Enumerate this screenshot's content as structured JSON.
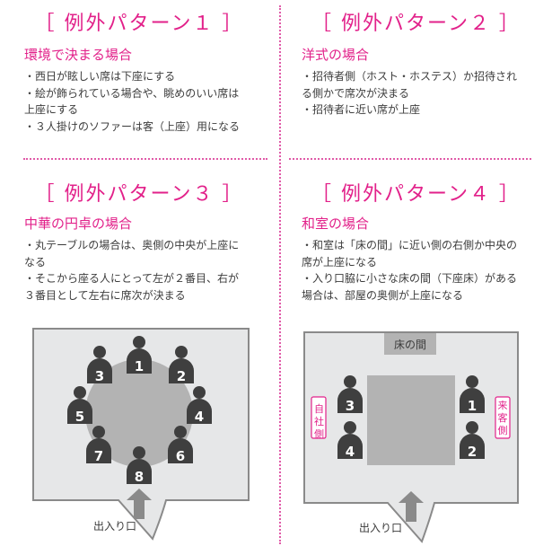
{
  "panels": [
    {
      "title": "［ 例外パターン１ ］",
      "subtitle": "環境で決まる場合",
      "lines": [
        "・西日が眩しい席は下座にする",
        "・絵が飾られている場合や、眺めのいい席は",
        "上座にする",
        "・３人掛けのソファーは客（上座）用になる"
      ]
    },
    {
      "title": "［ 例外パターン２ ］",
      "subtitle": "洋式の場合",
      "lines": [
        "・招待者側（ホスト・ホステス）か招待され",
        "る側かで席次が決まる",
        "・招待者に近い席が上座"
      ]
    },
    {
      "title": "［ 例外パターン３ ］",
      "subtitle": "中華の円卓の場合",
      "lines": [
        "・丸テーブルの場合は、奥側の中央が上座に",
        "なる",
        "・そこから座る人にとって左が２番目、右が",
        "３番目として左右に席次が決まる"
      ]
    },
    {
      "title": "［ 例外パターン４ ］",
      "subtitle": "和室の場合",
      "lines": [
        "・和室は「床の間」に近い側の右側か中央の",
        "席が上座になる",
        "・入り口脇に小さな床の間（下座床）がある",
        "場合は、部屋の奥側が上座になる"
      ]
    }
  ],
  "diagrams": {
    "round_table": {
      "entrance_label": "出入り口",
      "seats": [
        "1",
        "2",
        "3",
        "4",
        "5",
        "6",
        "7",
        "8"
      ]
    },
    "japanese_room": {
      "alcove_label": "床の間",
      "host_side_label": "自社側",
      "guest_side_label": "来客側",
      "entrance_label": "出入り口",
      "seats": [
        "1",
        "2",
        "3",
        "4"
      ]
    }
  },
  "colors": {
    "accent": "#e2218a",
    "room_fill": "#e6e7e8",
    "room_border": "#8a8a8a",
    "table_fill": "#b3b3b3",
    "person": "#3f3f3f"
  }
}
